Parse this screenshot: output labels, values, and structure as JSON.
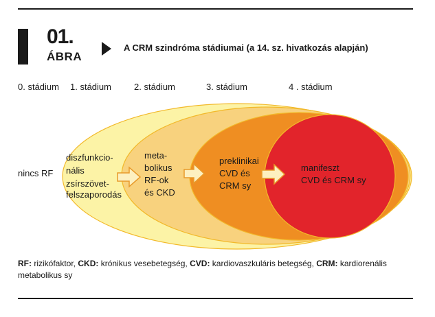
{
  "header": {
    "number": "01.",
    "word": "ÁBRA",
    "title": "A CRM szindróma stádiumai (a 14. sz. hivatkozás alapján)"
  },
  "stages": [
    "0. stádium",
    "1. stádium",
    "2. stádium",
    "3. stádium",
    "4 . stádium"
  ],
  "diagram": {
    "outside_label": "nincs RF",
    "ellipses": [
      {
        "lines": [
          "diszfunkcio-",
          "nális",
          "zsírszövet-",
          "felszaporodás"
        ],
        "color": "#fcf3a6"
      },
      {
        "lines": [
          "meta-",
          "bolikus",
          "RF-ok",
          "és CKD"
        ],
        "color": "#f8d27e"
      },
      {
        "lines": [
          "preklinikai",
          "CVD és",
          "CRM sy"
        ],
        "color": "#ef8e22"
      },
      {
        "lines": [
          "manifeszt",
          "CVD és CRM sy"
        ],
        "color": "#e2242b"
      }
    ],
    "colors": {
      "outline": "#f2b92a",
      "arrow_fill": "#fdf0c0",
      "arrow_stroke": "#e89a2a",
      "text": "#1a1a1a"
    }
  },
  "footnote": {
    "items": [
      {
        "abbr": "RF:",
        "text": " rizikófaktor, "
      },
      {
        "abbr": "CKD:",
        "text": " krónikus vesebetegség, "
      },
      {
        "abbr": "CVD:",
        "text": " kardiovaszkuláris betegség, "
      },
      {
        "abbr": "CRM:",
        "text": " kardiorenális metabolikus sy"
      }
    ]
  }
}
